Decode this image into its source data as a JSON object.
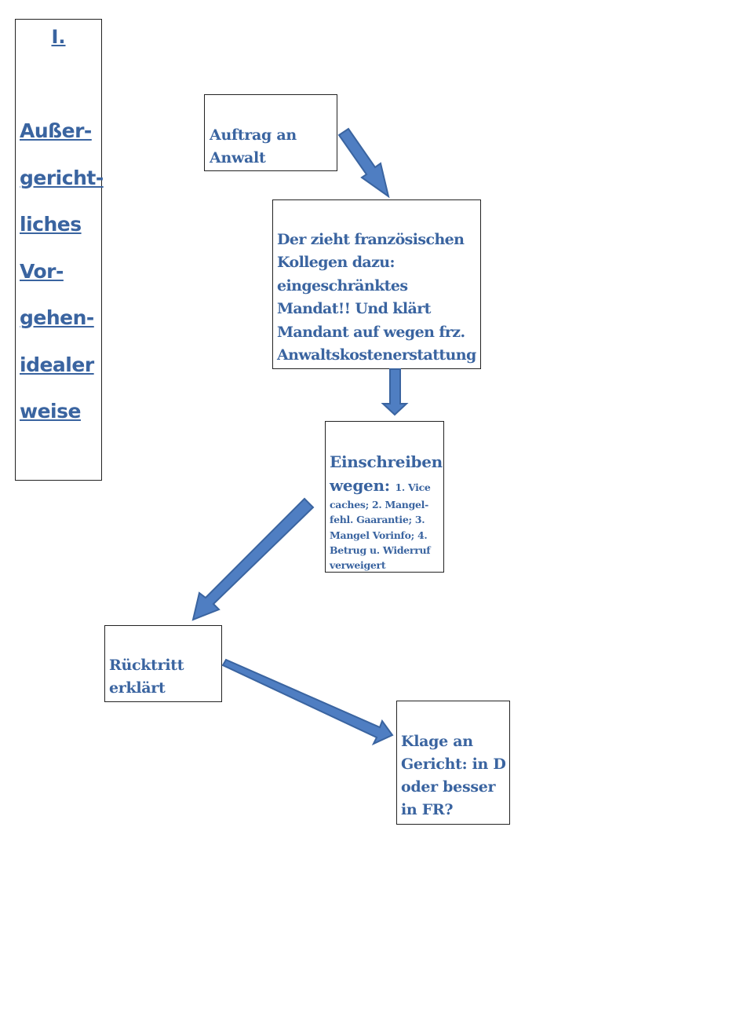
{
  "sidebar": {
    "number": "I.",
    "words": [
      "Außer-",
      "gericht-",
      "liches",
      "Vor-",
      "gehen-",
      "idealer",
      "weise"
    ]
  },
  "boxes": {
    "auftrag": {
      "lines": [
        "Auftrag an",
        "Anwalt"
      ]
    },
    "kollegen": {
      "lines": [
        "Der zieht französischen",
        "Kollegen dazu:",
        "eingeschränktes",
        "Mandat!! Und klärt",
        "Mandant auf wegen frz.",
        "Anwaltskostenerstattung"
      ]
    },
    "einschreiben": {
      "head1": "Einschreiben",
      "head2": "wegen:",
      "detail_inline": "1. Vice",
      "detail_lines": [
        "caches; 2. Mangel-",
        "fehl. Gaarantie; 3.",
        "Mangel Vorinfo; 4.",
        "Betrug u. Widerruf",
        "verweigert"
      ]
    },
    "ruecktritt": {
      "lines": [
        "Rücktritt",
        "erklärt"
      ]
    },
    "klage": {
      "lines": [
        "Klage an",
        "Gericht: in D",
        "oder besser",
        "in FR?"
      ]
    }
  },
  "colors": {
    "text": "#3a64a0",
    "arrow_fill": "#4f7ec2",
    "border": "#222222"
  }
}
